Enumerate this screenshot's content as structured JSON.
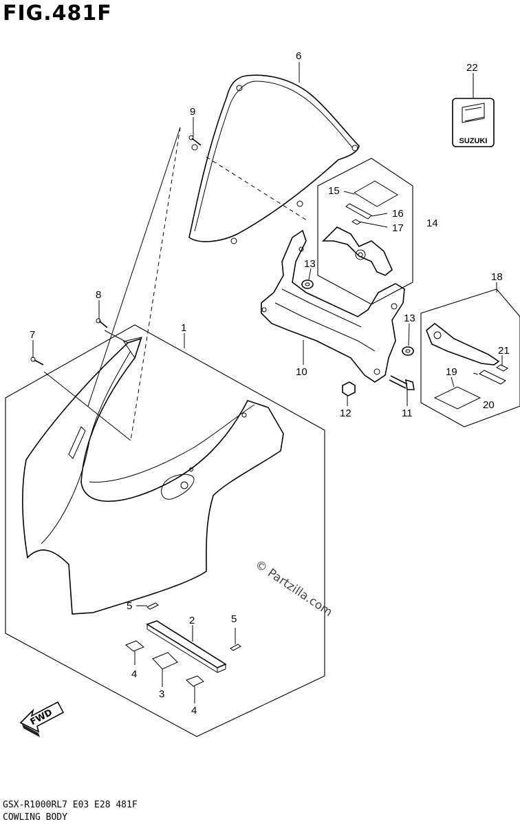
{
  "figure": {
    "title": "FIG.481F"
  },
  "callouts": [
    {
      "id": "c1",
      "label": "1"
    },
    {
      "id": "c2",
      "label": "2"
    },
    {
      "id": "c3",
      "label": "3"
    },
    {
      "id": "c4a",
      "label": "4"
    },
    {
      "id": "c4b",
      "label": "4"
    },
    {
      "id": "c5a",
      "label": "5"
    },
    {
      "id": "c5b",
      "label": "5"
    },
    {
      "id": "c6",
      "label": "6"
    },
    {
      "id": "c7",
      "label": "7"
    },
    {
      "id": "c8",
      "label": "8"
    },
    {
      "id": "c9",
      "label": "9"
    },
    {
      "id": "c10",
      "label": "10"
    },
    {
      "id": "c11",
      "label": "11"
    },
    {
      "id": "c12",
      "label": "12"
    },
    {
      "id": "c13a",
      "label": "13"
    },
    {
      "id": "c13b",
      "label": "13"
    },
    {
      "id": "c14",
      "label": "14"
    },
    {
      "id": "c15",
      "label": "15"
    },
    {
      "id": "c16",
      "label": "16"
    },
    {
      "id": "c17",
      "label": "17"
    },
    {
      "id": "c18",
      "label": "18"
    },
    {
      "id": "c19",
      "label": "19"
    },
    {
      "id": "c20",
      "label": "20"
    },
    {
      "id": "c21",
      "label": "21"
    },
    {
      "id": "c22",
      "label": "22"
    }
  ],
  "emblem": {
    "text": "SUZUKI"
  },
  "fwd_arrow": {
    "text": "FWD"
  },
  "watermark": {
    "text": "© Partzilla.com"
  },
  "footer": {
    "line1": "GSX-R1000RL7  E03  E28  481F",
    "line2": "COWLING BODY"
  }
}
